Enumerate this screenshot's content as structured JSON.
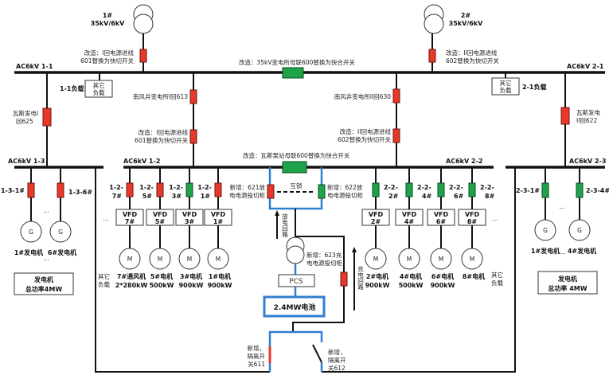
{
  "colors": {
    "breaker_closed_red": "#e8382a",
    "breaker_green": "#1fa34a",
    "battery_circuit_blue": "#2f7fd0"
  },
  "transformers": [
    {
      "name": "1#",
      "rating": "35kV/6kV"
    },
    {
      "name": "2#",
      "rating": "35kV/6kV"
    }
  ],
  "buses": {
    "b11": "AC6kV 1-1",
    "b21": "AC6kV 2-1",
    "b13": "AC6kV 1-3",
    "b12": "AC6kV 1-2",
    "b22": "AC6kV 2-2",
    "b23": "AC6kV 2-3"
  },
  "labels": {
    "in601": [
      "改造：I回电源进线",
      "601替换为快切开关"
    ],
    "in602": [
      "改造：II回电源进线",
      "602替换为快切开关"
    ],
    "tie35": "改造：35kV变电所母联600替换为快合开关",
    "load11_box": [
      "其它",
      "负载"
    ],
    "load11": "1-1负载",
    "load21_box": [
      "其它",
      "负载"
    ],
    "load21": "2-1负载",
    "f625": [
      "瓦斯发电I",
      "回625"
    ],
    "f622": [
      "瓦斯发电",
      "II回622"
    ],
    "f613": "南风井变电所I回613",
    "f630": "南风井变电所II回630",
    "sub601": [
      "改造：I回电源进线",
      "601替换为快切开关"
    ],
    "sub602": [
      "改造：II回电源进线",
      "602替换为快切开关"
    ],
    "tie_pump": "改造：瓦斯泵站母联600替换为快合开关",
    "cab621": [
      "新增：621放",
      "电电源投切柜"
    ],
    "cab622": [
      "新增：622放",
      "电电源投切柜"
    ],
    "interlock": "互锁",
    "discharge": "放电回路",
    "charge": "充电回路",
    "cab623": [
      "新增：623充",
      "电电源投切柜"
    ],
    "pcs": "PCS",
    "battery": "2.4MW电池",
    "sw611": [
      "新增，",
      "隔离开",
      "关611"
    ],
    "sw612": [
      "新增，",
      "隔离开",
      "关612"
    ],
    "other_load_12": [
      "其它",
      "负载"
    ],
    "other_load_22": [
      "其它",
      "负载"
    ],
    "ellipsis": "..."
  },
  "gen13": {
    "branches": [
      {
        "id": "1-3-1#",
        "gen": "1#发电机"
      },
      {
        "id": "1-3-6#",
        "gen": "6#发电机"
      }
    ],
    "total": [
      "发电机",
      "总功率4MW"
    ]
  },
  "gen23": {
    "branches": [
      {
        "id": "2-3-1#",
        "gen": "1#发电机"
      },
      {
        "id": "2-3-4#",
        "gen": "4#发电机"
      }
    ],
    "total": [
      "发电机",
      "总功率 4MW"
    ]
  },
  "feeders12": [
    {
      "id": [
        "1-2-",
        "7#"
      ],
      "breaker": "red",
      "vfd": [
        "VFD",
        "7#"
      ],
      "motor": "M",
      "label": [
        "7#通风机",
        "2*280kW"
      ]
    },
    {
      "id": [
        "1-2-",
        "5#"
      ],
      "breaker": "red",
      "vfd": [
        "VFD",
        "5#"
      ],
      "motor": "M",
      "label": [
        "5#电机",
        "500kW"
      ]
    },
    {
      "id": [
        "1-2-",
        "3#"
      ],
      "breaker": "green",
      "vfd": [
        "VFD",
        "3#"
      ],
      "motor": "M",
      "label": [
        "3#电机",
        "900kW"
      ]
    },
    {
      "id": [
        "1-2-",
        "1#"
      ],
      "breaker": "red",
      "vfd": [
        "VFD",
        "1#"
      ],
      "motor": "M",
      "label": [
        "1#电机",
        "900kW"
      ]
    }
  ],
  "feeders22": [
    {
      "id": [
        "2-2-",
        "2#"
      ],
      "breaker": "green",
      "vfd": [
        "VFD",
        "2#"
      ],
      "motor": "M",
      "label": [
        "2#电机",
        "900kW"
      ]
    },
    {
      "id": [
        "2-2-",
        "4#"
      ],
      "breaker": "green",
      "vfd": [
        "VFD",
        "4#"
      ],
      "motor": "M",
      "label": [
        "4#电机",
        "500kW"
      ]
    },
    {
      "id": [
        "2-2-",
        "6#"
      ],
      "breaker": "green",
      "vfd": [
        "VFD",
        "6#"
      ],
      "motor": "M",
      "label": [
        "6#电机",
        "900kW"
      ]
    },
    {
      "id": [
        "2-2-",
        "8#"
      ],
      "breaker": "green",
      "vfd": [
        "VFD",
        "8#"
      ],
      "motor": "M",
      "label": [
        "8#电机",
        ""
      ]
    }
  ],
  "gen_symbol": "G"
}
